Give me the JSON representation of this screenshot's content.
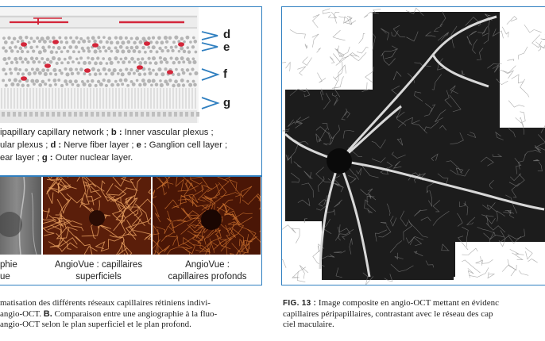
{
  "left_figure": {
    "layer_labels": [
      "d",
      "e",
      "f",
      "g"
    ],
    "legend": {
      "line1": "ipapillary capillary network ; ",
      "line1_key_b": "b :",
      "line1_rest": " Inner vascular plexus ;",
      "line2": "ular plexus ; ",
      "line2_key_d": "d :",
      "line2_mid": " Nerve fiber layer ; ",
      "line2_key_e": "e :",
      "line2_rest": " Ganglion cell layer ;",
      "line3": "ear layer ; ",
      "line3_key_g": "g :",
      "line3_rest": " Outer nuclear layer."
    },
    "panel_captions": {
      "a_line1": "phie",
      "a_line2": "ue",
      "b_line1": "AngioVue : capillaires",
      "b_line2": "superficiels",
      "c_line1": "AngioVue :",
      "c_line2": "capillaires profonds"
    },
    "caption": {
      "line1": "matisation des différents réseaux capillaires rétiniens indivi-",
      "line2_pre": "angio-OCT. ",
      "line2_key": "B.",
      "line2_rest": " Comparaison entre une angiographie à la fluo-",
      "line3": "angio-OCT selon le plan superficiel et le plan profond."
    }
  },
  "right_figure": {
    "caption": {
      "fig_label": "FIG. 13 :",
      "line1_rest": " Image composite en angio-OCT mettant en évidenc",
      "line2": "capillaires péripapillaires, contrastant avec le réseau des cap",
      "line3": "ciel maculaire."
    }
  },
  "colors": {
    "frame_blue": "#2f7fc0",
    "vessel_red": "#d3263a",
    "angio_orange": "#e8a060"
  }
}
